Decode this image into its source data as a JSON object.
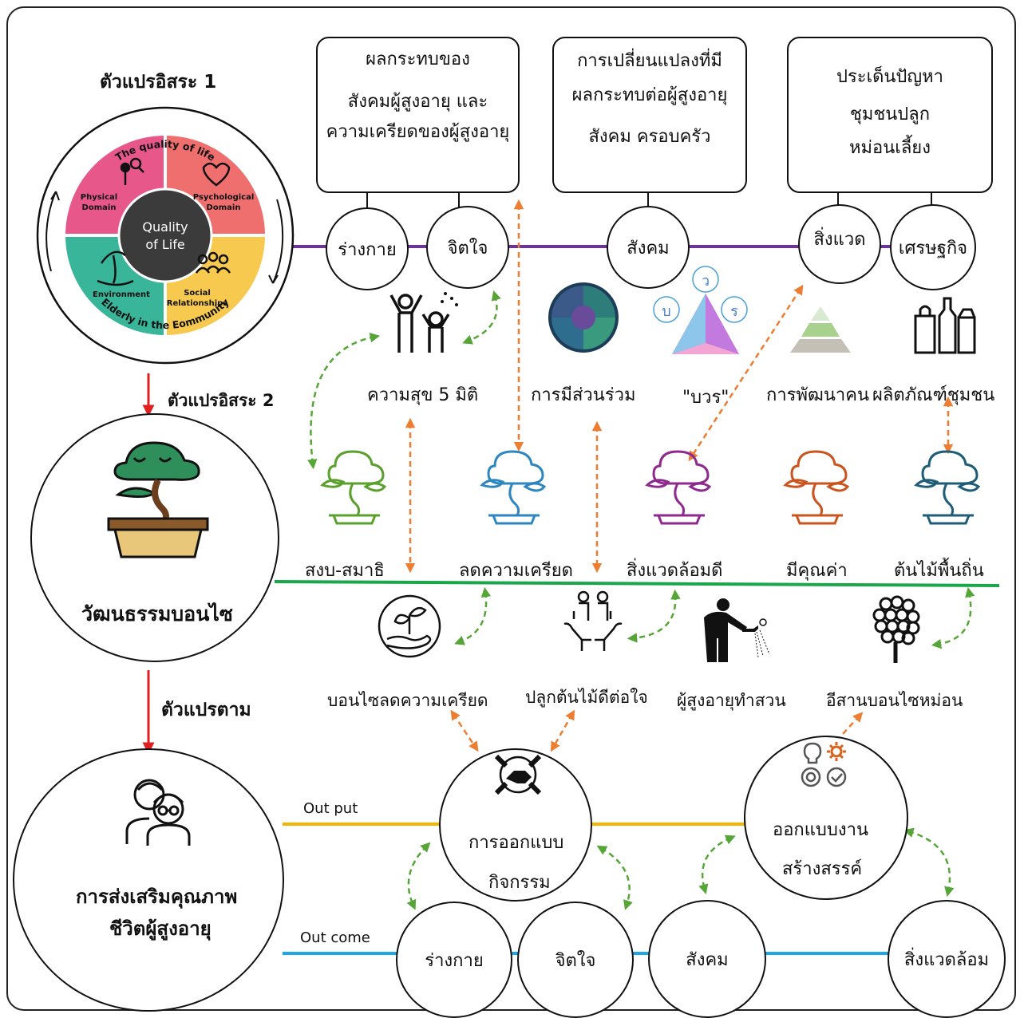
{
  "left": {
    "iv1_label": "ตัวแปรอิสระ 1",
    "iv2_label": "ตัวแปรอิสระ 2",
    "dv_label": "ตัวแปรตาม",
    "bonsai_label": "วัฒนธรรมบอนไซ",
    "outcome_line1": "การส่งเสริมคุณภาพ",
    "outcome_line2": "ชีวิตผู้สูงอายุ"
  },
  "qol_wheel": {
    "top_arc": "The quality of life",
    "bottom_arc": "Elderly in the Eommunity",
    "center": [
      "Quality",
      "of Life"
    ],
    "quadrants": [
      {
        "label": [
          "Physical",
          "Domain"
        ],
        "color": "#e8578a"
      },
      {
        "label": [
          "Psychological",
          "Domain"
        ],
        "color": "#ef6f6f"
      },
      {
        "label": [
          "Environment"
        ],
        "color": "#39b59a"
      },
      {
        "label": [
          "Social",
          "Relationships"
        ],
        "color": "#f7c94f"
      }
    ]
  },
  "top_boxes": [
    {
      "lines": [
        "ผลกระทบของ",
        "สังคมผู้สูงอายุ และ",
        "ความเครียดของผู้สูงอายุ"
      ]
    },
    {
      "lines": [
        "การเปลี่ยนแปลงที่มี",
        "ผลกระทบต่อผู้สูงอายุ",
        "สังคม ครอบครัว"
      ]
    },
    {
      "lines": [
        "ประเด็นปัญหา",
        "ชุมชนปลูก",
        "หม่อนเลี้ยง"
      ]
    }
  ],
  "domain_circles": [
    "ร่างกาย",
    "จิตใจ",
    "สังคม",
    "สิ่งแวด",
    "เศรษฐกิจ"
  ],
  "concepts": [
    "ความสุข 5 มิติ",
    "การมีส่วนร่วม",
    "\"บวร\"",
    "การพัฒนาคน",
    "ผลิตภัณฑ์ชุมชน"
  ],
  "bowor_letters": [
    "ว",
    "บ",
    "ร"
  ],
  "bonsai_values": [
    "สงบ-สมาธิ",
    "ลดความเครียด",
    "สิ่งแวดล้อมดี",
    "มีคุณค่า",
    "ต้นไม้พื้นถิ่น"
  ],
  "bonsai_colors": [
    "#5aa02c",
    "#2e86c1",
    "#8e2a8e",
    "#c9541e",
    "#1f5c78"
  ],
  "activities": [
    "บอนไซลดความเครียด",
    "ปลูกต้นไม้ดีต่อใจ",
    "ผู้สูงอายุทำสวน",
    "อีสานบอนไซหม่อน"
  ],
  "output": {
    "line_label": "Out put",
    "design_activity": [
      "การออกแบบ",
      "กิจกรรม"
    ],
    "creative_work": [
      "ออกแบบงาน",
      "สร้างสรรค์"
    ]
  },
  "outcome_row": {
    "line_label": "Out come",
    "circles": [
      "ร่างกาย",
      "จิตใจ",
      "สังคม",
      "สิ่งแวดล้อม"
    ]
  },
  "colors": {
    "purple_line": "#7030a0",
    "green_line": "#1aa64a",
    "output_line": "#f5b400",
    "outcome_line": "#1ea7e6",
    "arrow_orange": "#ed7d31",
    "arrow_green": "#56a637",
    "arrow_red": "#e02020"
  }
}
